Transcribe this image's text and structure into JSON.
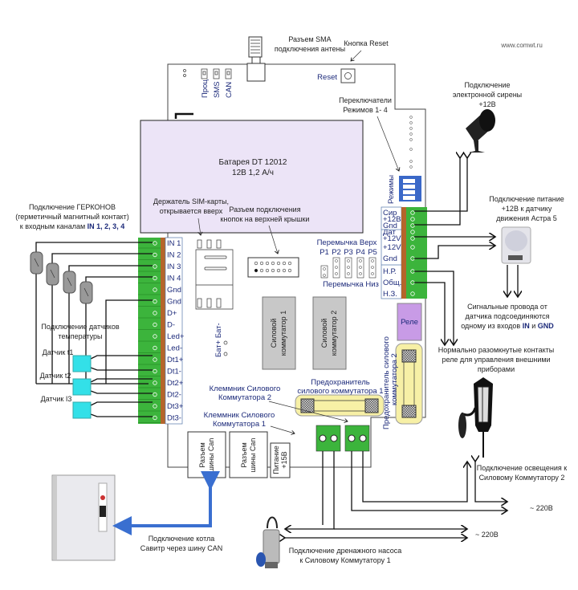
{
  "site": "www.comwt.ru",
  "top": {
    "sma": [
      "Разъем SMA",
      "подключения антены"
    ],
    "reset_callout": "Кнопка Reset",
    "reset_label": "Reset",
    "leds": [
      "Проц",
      "SMS",
      "CAN"
    ],
    "modes_callout": [
      "Переключатели",
      "Режимов 1- 4"
    ],
    "modes_label": "Режимы"
  },
  "battery": [
    "Батарея DT 12012",
    "12В 1,2 А/ч"
  ],
  "sim": [
    "Держатель SIM-карты,",
    "открывается вверх"
  ],
  "buttons_connector": [
    "Разъем подключения",
    "кнопок на верхней крышки"
  ],
  "jumpers": {
    "top": "Перемычка Верх",
    "names": [
      "P1",
      "P2",
      "P3",
      "P4",
      "P5"
    ],
    "bottom": "Перемычка Низ"
  },
  "switches": [
    [
      "Силовой",
      "коммутатор 1"
    ],
    [
      "Силовой",
      "коммутатор 2"
    ]
  ],
  "battery_terminals": "Бат+ Бат-",
  "fuse1": [
    "Предохранитель",
    "силового коммутатора 1"
  ],
  "fuse2": [
    "Предохранитель силового",
    "коммутатора 2"
  ],
  "terminal2": [
    "Клеммник Силового",
    "Коммутатора 2"
  ],
  "terminal1": [
    "Клеммник Силового",
    "Коммутатора 1"
  ],
  "relay": "Реле",
  "can": [
    [
      "Разъем",
      "шины Can"
    ],
    [
      "Разъем",
      "шины Can"
    ]
  ],
  "power": [
    "Питание",
    "+15В"
  ],
  "left_terminals": [
    "IN 1",
    "IN 2",
    "IN 3",
    "IN 4",
    "Gnd",
    "Gnd",
    "D+",
    "D-",
    "Led+",
    "Led-",
    "Dt1+",
    "Dt1-",
    "Dt2+",
    "Dt2-",
    "Dt3+",
    "Dt3-"
  ],
  "right_terminals": [
    "Сир",
    "+12В",
    "Gnd",
    "Дат",
    "+12V",
    "+12V",
    "Gnd",
    "Н.Р.",
    "Общ.",
    "Н.З."
  ],
  "reed": {
    "lines": [
      "Подключение ГЕРКОНОВ",
      "(герметичный магнитный контакт)"
    ],
    "prefix": "к входным каналам",
    "channels": "IN 1, 2, 3, 4"
  },
  "temp": [
    "Подключение датчиков",
    "температуры"
  ],
  "sensors": [
    "Датчик t1",
    "Датчик t2",
    "Датчик I3"
  ],
  "siren": [
    "Подключение",
    "электронной сирены",
    "+12В"
  ],
  "motion": [
    "Подключение питание",
    "+12В к датчику",
    "движения Астра 5"
  ],
  "signal": {
    "l1": "Сигнальные провода от",
    "l2": "датчика подсоединяются",
    "l3a": "одному из входов",
    "in": "IN",
    "and": "и",
    "gnd": "GND"
  },
  "relay_note": [
    "Нормально разомкнутые контакты",
    "реле для управления внешними",
    "приборами"
  ],
  "light": [
    "Подключение освещения к",
    "Силовому Коммутатору 2"
  ],
  "v220a": "~ 220В",
  "v220b": "~ 220В",
  "pump": [
    "Подключение дренажного насоса",
    "к Силовому Коммутатору 1"
  ],
  "boiler": [
    "Подключение котла",
    "Савитр через шину CAN"
  ],
  "colors": {
    "terminal_green": "#3cb43c",
    "battery": "#ece4f7",
    "relay": "#c89be6",
    "fuse": "#f7f0a6",
    "sensor": "#33e0e8",
    "can_arrow": "#3a6fd0",
    "label_blue": "#1c2a7a"
  }
}
